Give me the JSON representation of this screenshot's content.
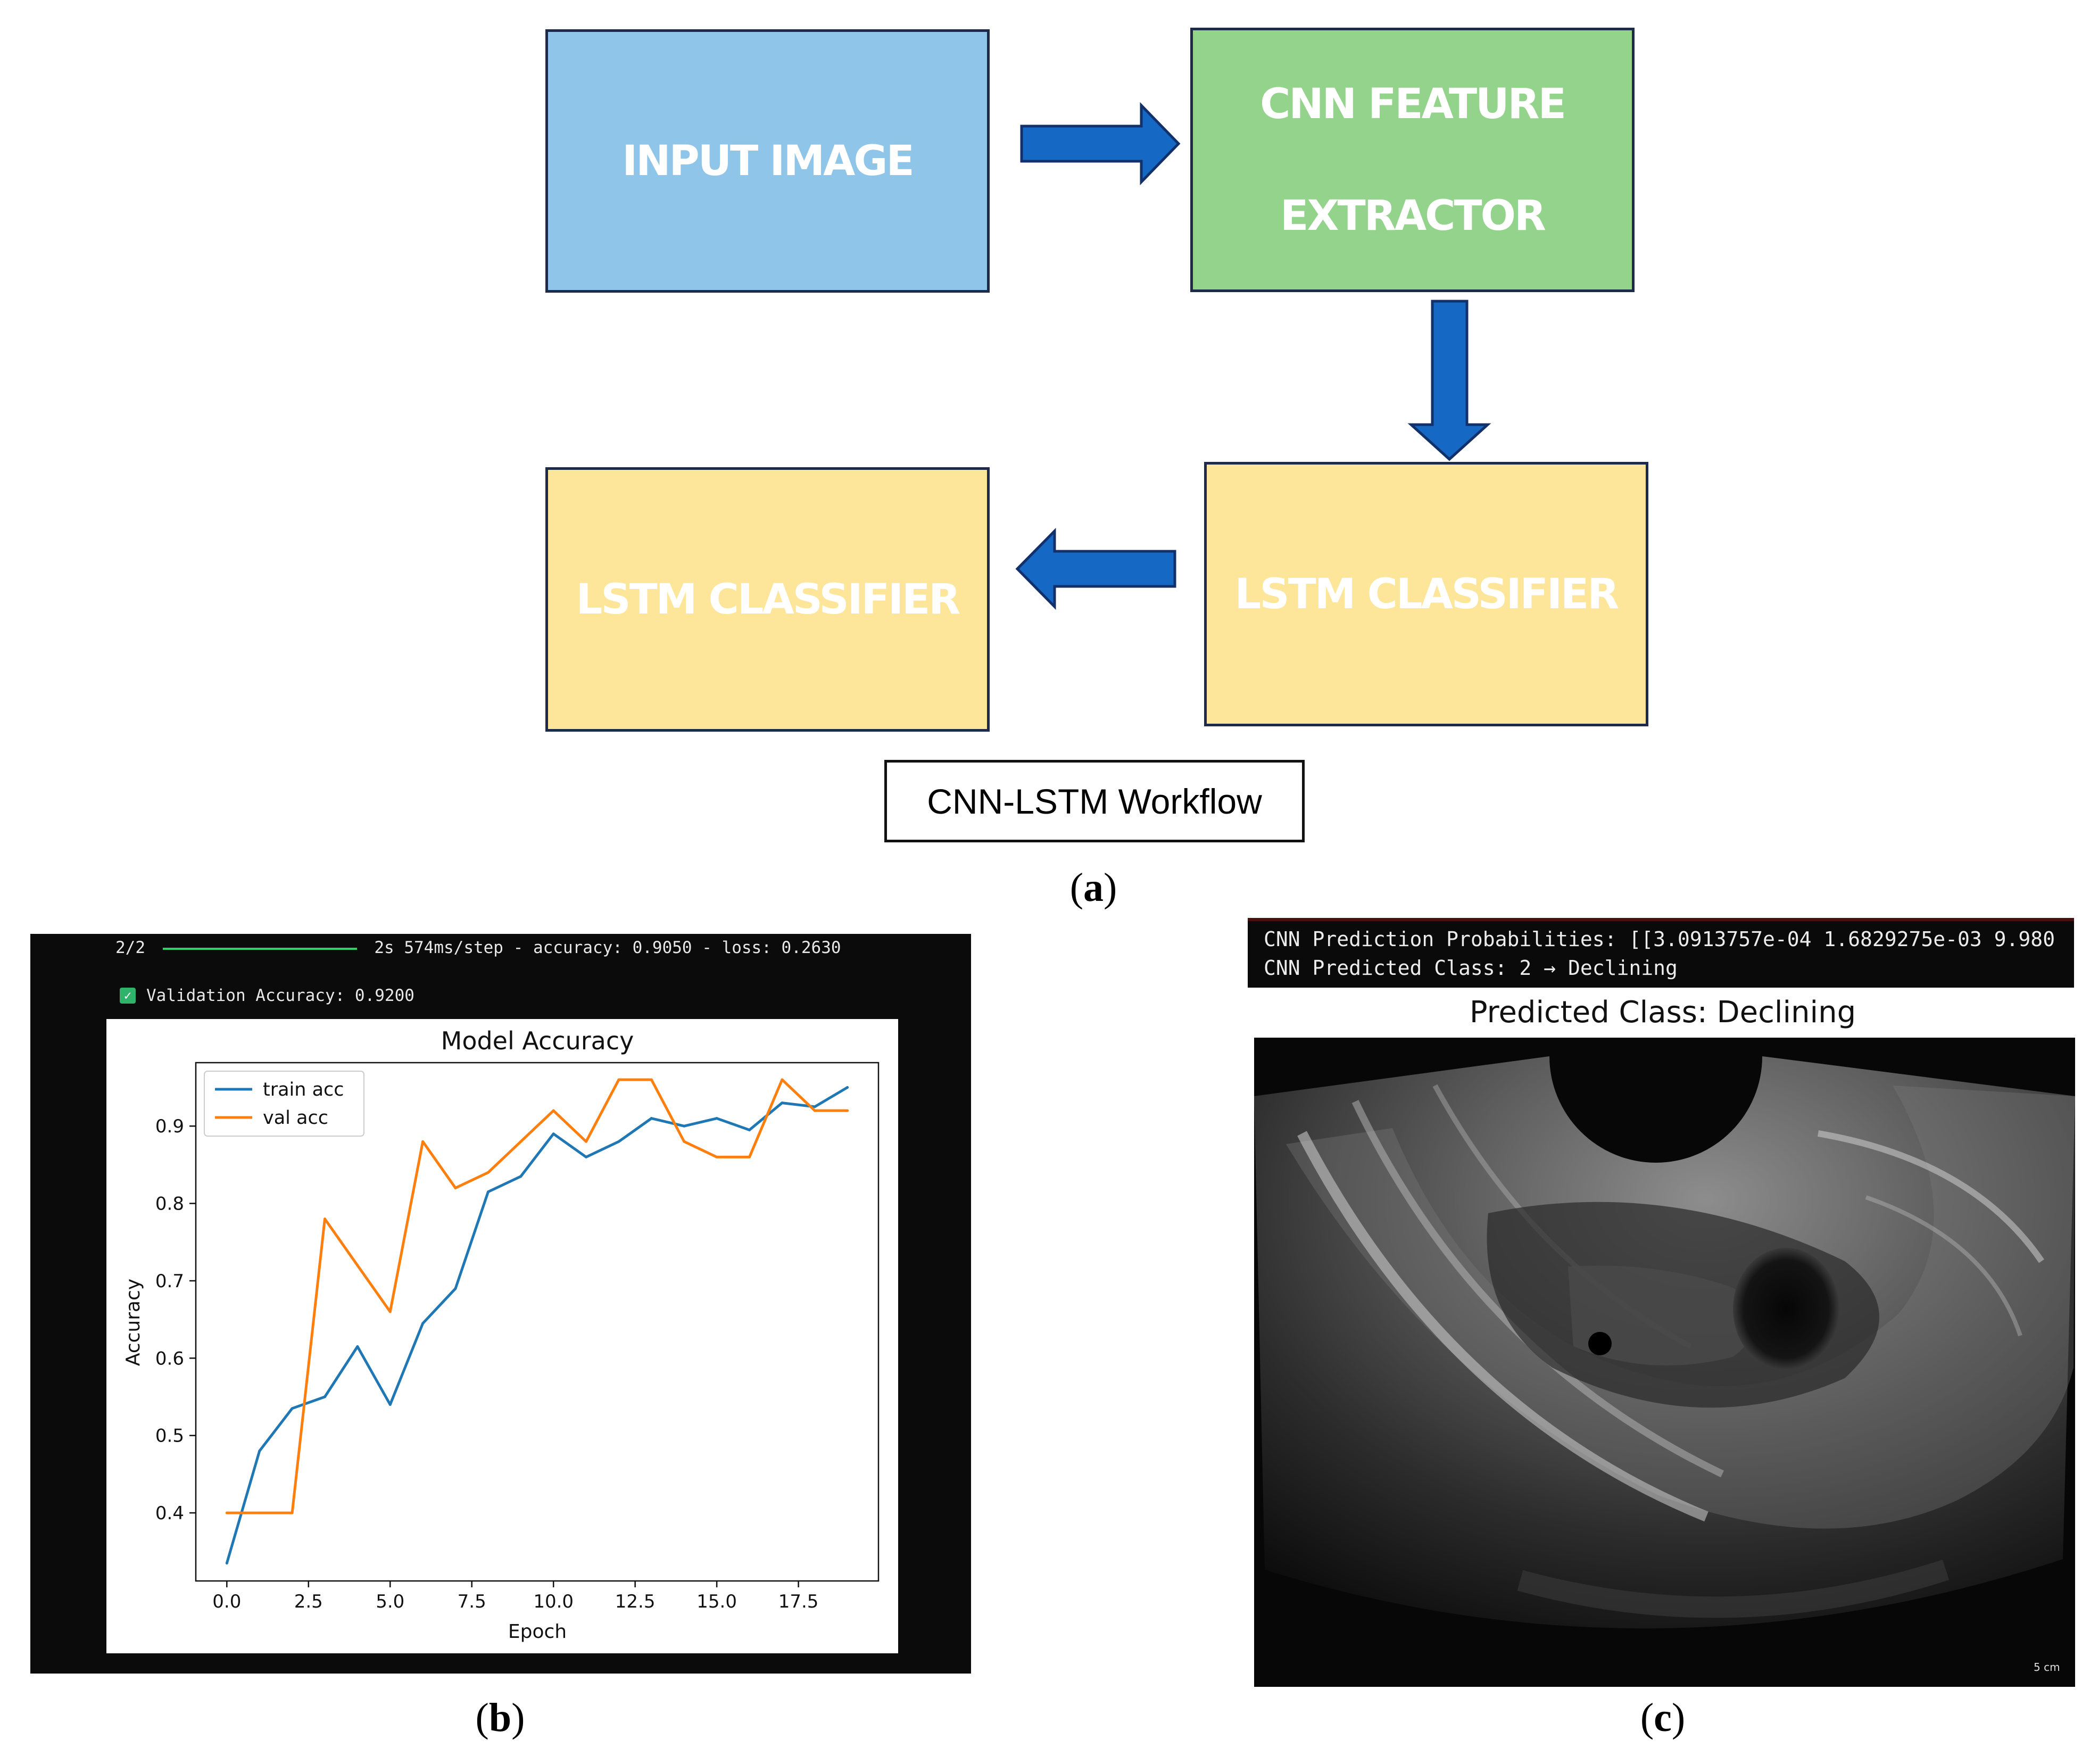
{
  "panel_a": {
    "boxes": {
      "input_image": "INPUT IMAGE",
      "cnn_line1": "CNN FEATURE",
      "cnn_line2": "EXTRACTOR",
      "lstm_right": "LSTM CLASSIFIER",
      "lstm_left": "LSTM CLASSIFIER"
    },
    "colors": {
      "input_image": "#8fc5e8",
      "cnn": "#93d38b",
      "lstm": "#fde59a",
      "arrow": "#1568c4"
    },
    "caption": "CNN-LSTM Workflow",
    "label_letter": "a"
  },
  "panel_b": {
    "terminal_line1_prefix": "2/2",
    "terminal_line1_suffix": "2s 574ms/step - accuracy: 0.9050 - loss: 0.2630",
    "terminal_line2": "Validation Accuracy: 0.9200",
    "label_letter": "b"
  },
  "chart_data": {
    "type": "line",
    "title": "Model Accuracy",
    "xlabel": "Epoch",
    "ylabel": "Accuracy",
    "xlim": [
      -0.95,
      19.95
    ],
    "ylim": [
      0.312,
      0.982
    ],
    "xticks": [
      0.0,
      2.5,
      5.0,
      7.5,
      10.0,
      12.5,
      15.0,
      17.5
    ],
    "xtick_labels": [
      "0.0",
      "2.5",
      "5.0",
      "7.5",
      "10.0",
      "12.5",
      "15.0",
      "17.5"
    ],
    "yticks": [
      0.4,
      0.5,
      0.6,
      0.7,
      0.8,
      0.9
    ],
    "ytick_labels": [
      "0.4",
      "0.5",
      "0.6",
      "0.7",
      "0.8",
      "0.9"
    ],
    "legend_position": "top-left",
    "grid": false,
    "x": [
      0,
      1,
      2,
      3,
      4,
      5,
      6,
      7,
      8,
      9,
      10,
      11,
      12,
      13,
      14,
      15,
      16,
      17,
      18,
      19
    ],
    "series": [
      {
        "name": "train acc",
        "color": "#1f77b4",
        "values": [
          0.335,
          0.48,
          0.535,
          0.55,
          0.615,
          0.54,
          0.645,
          0.69,
          0.815,
          0.835,
          0.89,
          0.86,
          0.88,
          0.91,
          0.9,
          0.91,
          0.895,
          0.93,
          0.925,
          0.95
        ]
      },
      {
        "name": "val acc",
        "color": "#ff7f0e",
        "values": [
          0.4,
          0.4,
          0.4,
          0.78,
          0.72,
          0.66,
          0.88,
          0.82,
          0.84,
          0.88,
          0.92,
          0.88,
          0.96,
          0.96,
          0.88,
          0.86,
          0.86,
          0.96,
          0.92,
          0.92
        ]
      }
    ]
  },
  "panel_c": {
    "terminal_line1": "CNN Prediction Probabilities: [[3.0913757e-04 1.6829275e-03 9.980",
    "terminal_line2": "CNN Predicted Class: 2 → Declining",
    "title": "Predicted Class: Declining",
    "scale_mark": "5 cm",
    "label_letter": "c"
  }
}
